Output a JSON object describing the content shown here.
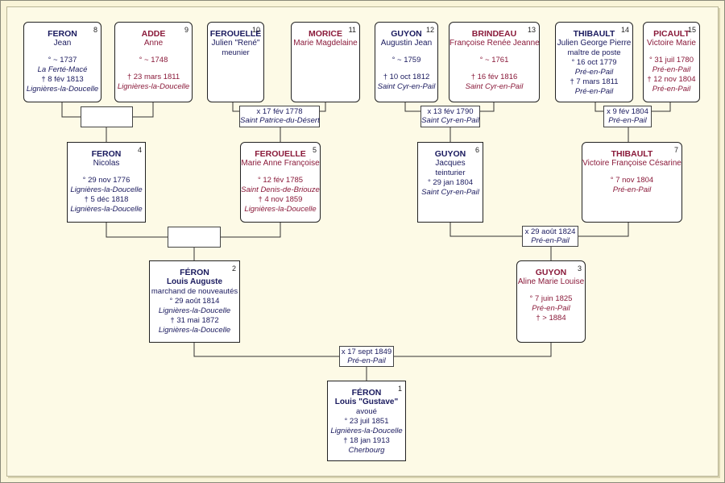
{
  "persons": {
    "p1": {
      "num": "1",
      "sur": "FÉRON",
      "giv": "Louis \"Gustave\"",
      "occ": "avoué",
      "b": "° 23 juil 1851",
      "bp": "Lignières-la-Doucelle",
      "d": "† 18 jan 1913",
      "dp": "Cherbourg"
    },
    "p2": {
      "num": "2",
      "sur": "FÉRON",
      "giv": "Louis Auguste",
      "occ": "marchand de nouveautés",
      "b": "° 29 août 1814",
      "bp": "Lignières-la-Doucelle",
      "d": "† 31 mai 1872",
      "dp": "Lignières-la-Doucelle"
    },
    "p3": {
      "num": "3",
      "sur": "GUYON",
      "giv": "Aline Marie Louise",
      "b": "° 7 juin 1825",
      "bp": "Pré-en-Pail",
      "d": "† > 1884"
    },
    "p4": {
      "num": "4",
      "sur": "FERON",
      "giv": "Nicolas",
      "b": "° 29 nov 1776",
      "bp": "Lignières-la-Doucelle",
      "d": "† 5 déc 1818",
      "dp": "Lignières-la-Doucelle"
    },
    "p5": {
      "num": "5",
      "sur": "FEROUELLE",
      "giv": "Marie Anne Françoise",
      "b": "° 12 fév 1785",
      "bp": "Saint Denis-de-Briouze",
      "d": "† 4 nov 1859",
      "dp": "Lignières-la-Doucelle"
    },
    "p6": {
      "num": "6",
      "sur": "GUYON",
      "giv": "Jacques",
      "occ": "teinturier",
      "b": "° 29 jan 1804",
      "bp": "Saint Cyr-en-Pail"
    },
    "p7": {
      "num": "7",
      "sur": "THIBAULT",
      "giv": "Victoire Françoise Césarine",
      "b": "° 7 nov 1804",
      "bp": "Pré-en-Pail"
    },
    "p8": {
      "num": "8",
      "sur": "FERON",
      "giv": "Jean",
      "b": "° ~ 1737",
      "bp": "La Ferté-Macé",
      "d": "† 8 fév 1813",
      "dp": "Lignières-la-Doucelle"
    },
    "p9": {
      "num": "9",
      "sur": "ADDE",
      "giv": "Anne",
      "b": "° ~ 1748",
      "d": "† 23 mars 1811",
      "dp": "Lignières-la-Doucelle"
    },
    "p10": {
      "num": "10",
      "sur": "FEROUELLE",
      "giv": "Julien \"René\"",
      "occ": "meunier"
    },
    "p11": {
      "num": "11",
      "sur": "MORICE",
      "giv": "Marie Magdelaine"
    },
    "p12": {
      "num": "12",
      "sur": "GUYON",
      "giv": "Augustin Jean",
      "b": "° ~ 1759",
      "d": "† 10 oct 1812",
      "dp": "Saint Cyr-en-Pail"
    },
    "p13": {
      "num": "13",
      "sur": "BRINDEAU",
      "giv": "Françoise Renée Jeanne",
      "b": "° ~ 1761",
      "d": "† 16 fév 1816",
      "dp": "Saint Cyr-en-Pail"
    },
    "p14": {
      "num": "14",
      "sur": "THIBAULT",
      "giv": "Julien George Pierre",
      "occ": "maître de poste",
      "b": "° 16 oct 1779",
      "bp": "Pré-en-Pail",
      "d": "† 7 mars 1811",
      "dp": "Pré-en-Pail"
    },
    "p15": {
      "num": "15",
      "sur": "PICAULT",
      "giv": "Victoire Marie",
      "b": "° 31 juil 1780",
      "bp": "Pré-en-Pail",
      "d": "† 12 nov 1804",
      "dp": "Pré-en-Pail"
    }
  },
  "marriages": {
    "m1": {
      "date": "x 17 sept 1849",
      "place": "Pré-en-Pail"
    },
    "m3": {
      "date": "x 29 août 1824",
      "place": "Pré-en-Pail"
    },
    "m5": {
      "date": "x 17 fév 1778",
      "place": "Saint Patrice-du-Désert"
    },
    "m6": {
      "date": "x 13 fév 1790",
      "place": "Saint Cyr-en-Pail"
    },
    "m7": {
      "date": "x 9 fév 1804",
      "place": "Pré-en-Pail"
    }
  },
  "colors": {
    "male": "#1a1a5e",
    "female": "#8a1a3a",
    "border": "#222222",
    "background": "#fdfae6"
  }
}
